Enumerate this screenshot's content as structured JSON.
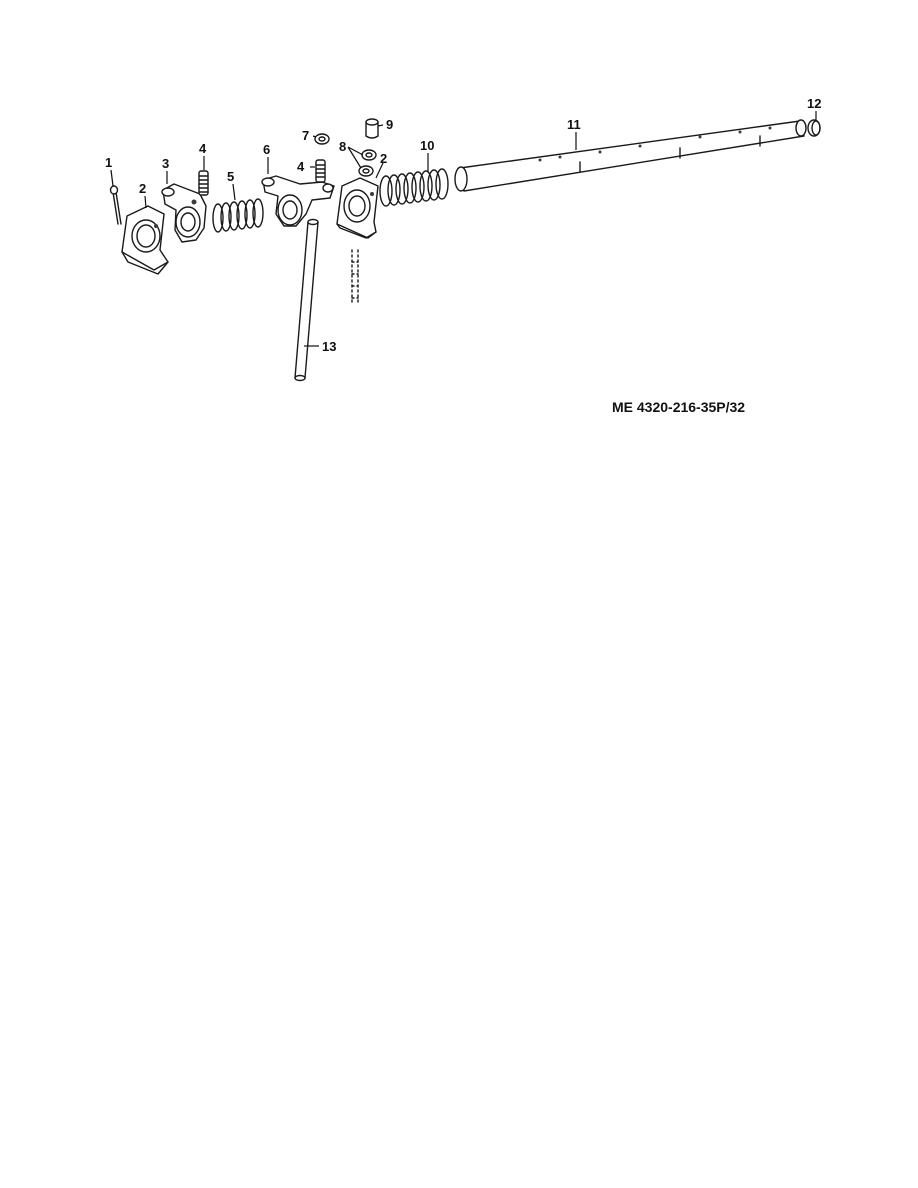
{
  "figure": {
    "caption": "ME 4320-216-35P/32",
    "callouts": {
      "c1": "1",
      "c2a": "2",
      "c2b": "2",
      "c3": "3",
      "c4a": "4",
      "c4b": "4",
      "c5": "5",
      "c6": "6",
      "c7": "7",
      "c8": "8",
      "c9": "9",
      "c10": "10",
      "c11": "11",
      "c12": "12",
      "c13": "13"
    }
  }
}
